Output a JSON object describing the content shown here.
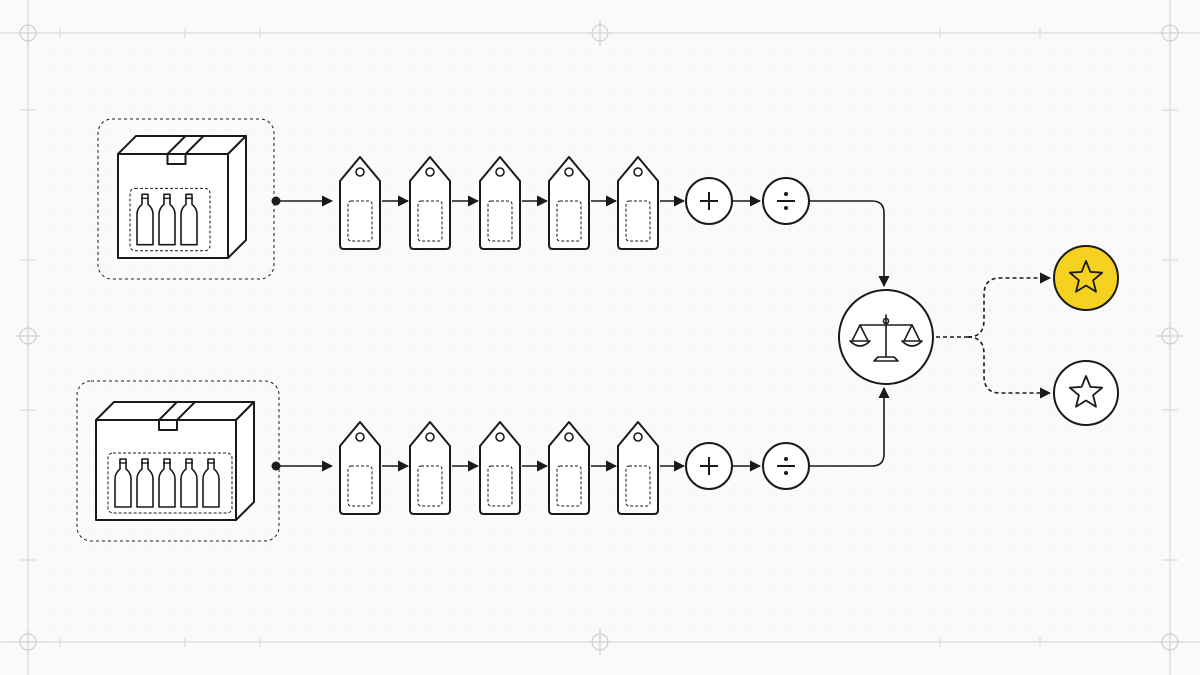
{
  "diagram": {
    "rows": [
      {
        "id": "top",
        "bottles": 3,
        "tags": 5,
        "operators": [
          "add",
          "divide"
        ]
      },
      {
        "id": "bottom",
        "bottles": 5,
        "tags": 5,
        "operators": [
          "add",
          "divide"
        ]
      }
    ],
    "comparator": {
      "icon": "balance-scale-icon"
    },
    "outcomes": [
      {
        "id": "winner",
        "icon": "star-icon",
        "highlighted": true
      },
      {
        "id": "other",
        "icon": "star-icon",
        "highlighted": false
      }
    ]
  },
  "colors": {
    "background": "#fafafa",
    "stroke": "#1a1a1a",
    "highlight": "#f5d21f",
    "guide": "#d4d4d4",
    "dot": "#e2e2e2"
  }
}
